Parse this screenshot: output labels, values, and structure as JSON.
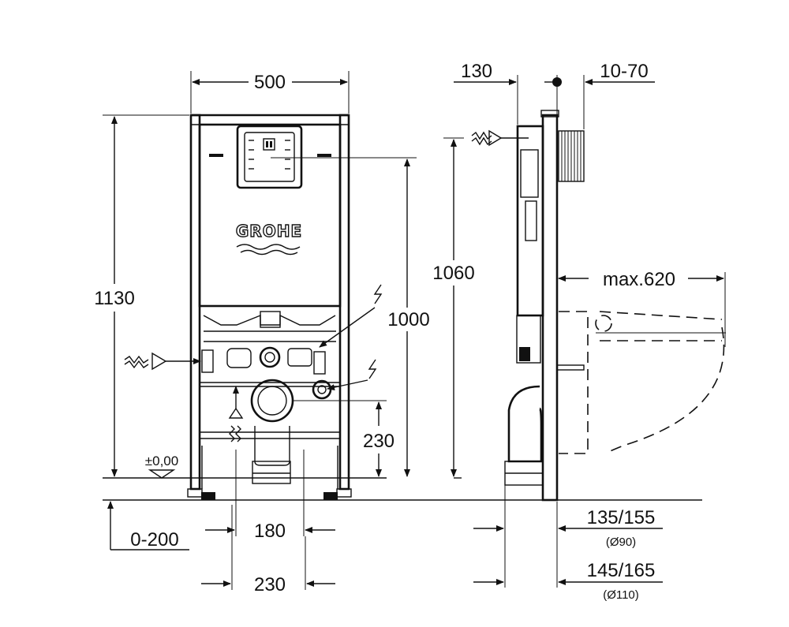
{
  "dimensions": {
    "width_frame": "500",
    "height_total": "1130",
    "height_1060": "1060",
    "height_1000": "1000",
    "height_230": "230",
    "zero_level": "±0,00",
    "bottom_range": "0-200",
    "spacing_180": "180",
    "spacing_230": "230",
    "depth_130": "130",
    "depth_10_70": "10-70",
    "max_620": "max.620",
    "d90_label": "135/155",
    "d90_sub": "(Ø90)",
    "d110_label": "145/165",
    "d110_sub": "(Ø110)"
  },
  "brand": {
    "logo_text": "GROHE"
  }
}
